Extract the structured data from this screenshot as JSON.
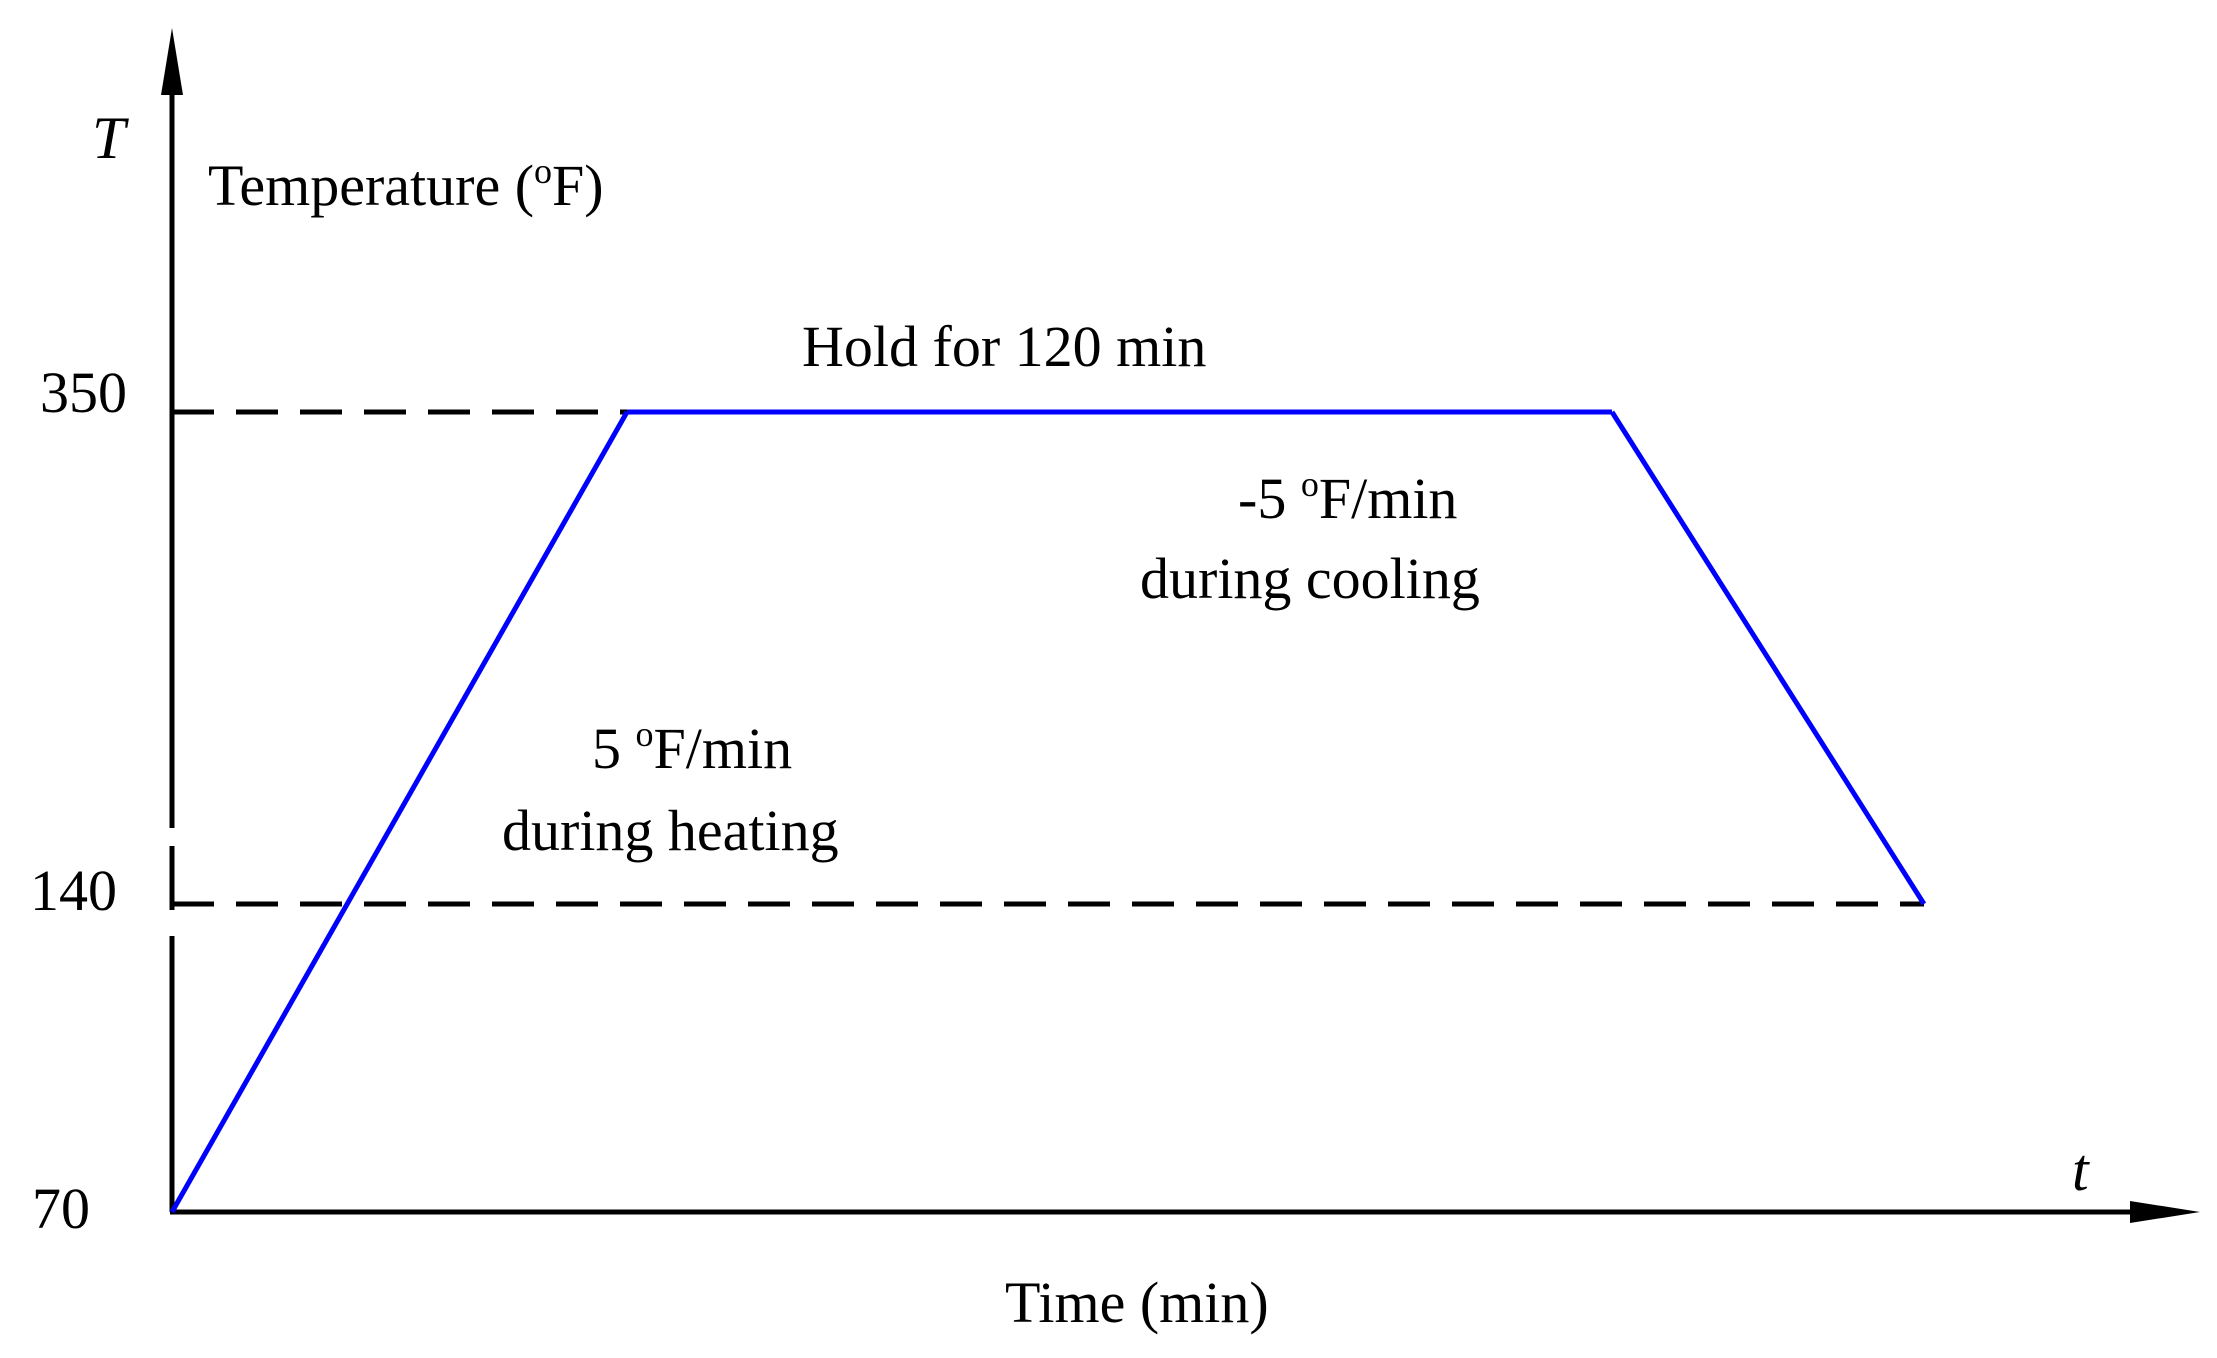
{
  "diagram": {
    "y_axis": {
      "symbol": "T",
      "label_prefix": "Temperature (",
      "label_unit_sup": "o",
      "label_suffix": "F)"
    },
    "x_axis": {
      "symbol": "t",
      "label": "Time (min)"
    },
    "ticks": {
      "top": "350",
      "mid": "140",
      "bottom": "70"
    },
    "hold": {
      "label": "Hold for 120 min"
    },
    "heating": {
      "line1_prefix": "5 ",
      "line1_sup": "o",
      "line1_suffix": "F/min",
      "line2": "during heating"
    },
    "cooling": {
      "line1_prefix": "-5 ",
      "line1_sup": "o",
      "line1_suffix": "F/min",
      "line2": "during cooling"
    },
    "temperature_values_F": {
      "start": 70,
      "hold": 350,
      "end": 140
    },
    "colors": {
      "profile": "#0000ff",
      "axes": "#000000",
      "guides": "#000000"
    }
  }
}
